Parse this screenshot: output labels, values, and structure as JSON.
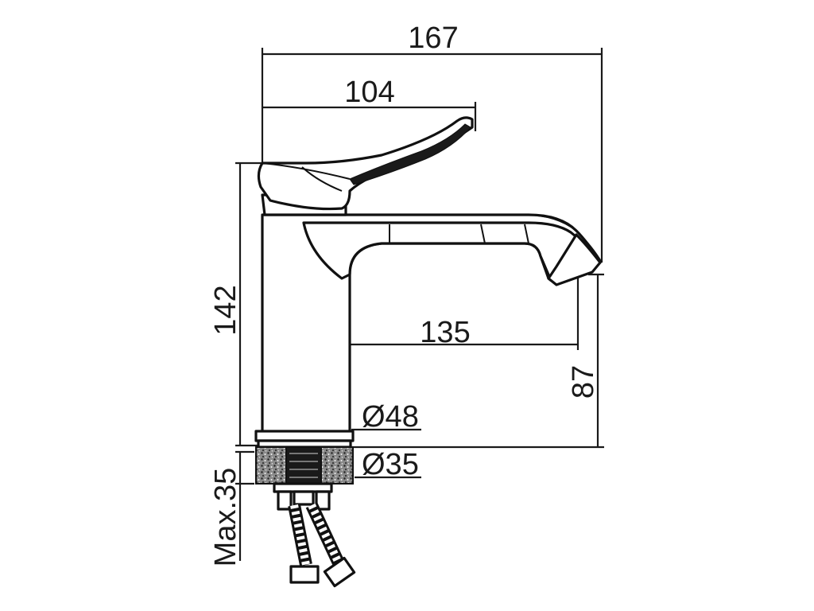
{
  "dimensions": {
    "total_width": "167",
    "handle_length": "104",
    "total_height": "142",
    "spout_reach": "135",
    "spout_height": "87",
    "base_diameter": "Ø48",
    "hole_diameter": "Ø35",
    "max_deck_thickness": "Max.35"
  },
  "colors": {
    "line": "#111111",
    "background": "#ffffff"
  }
}
